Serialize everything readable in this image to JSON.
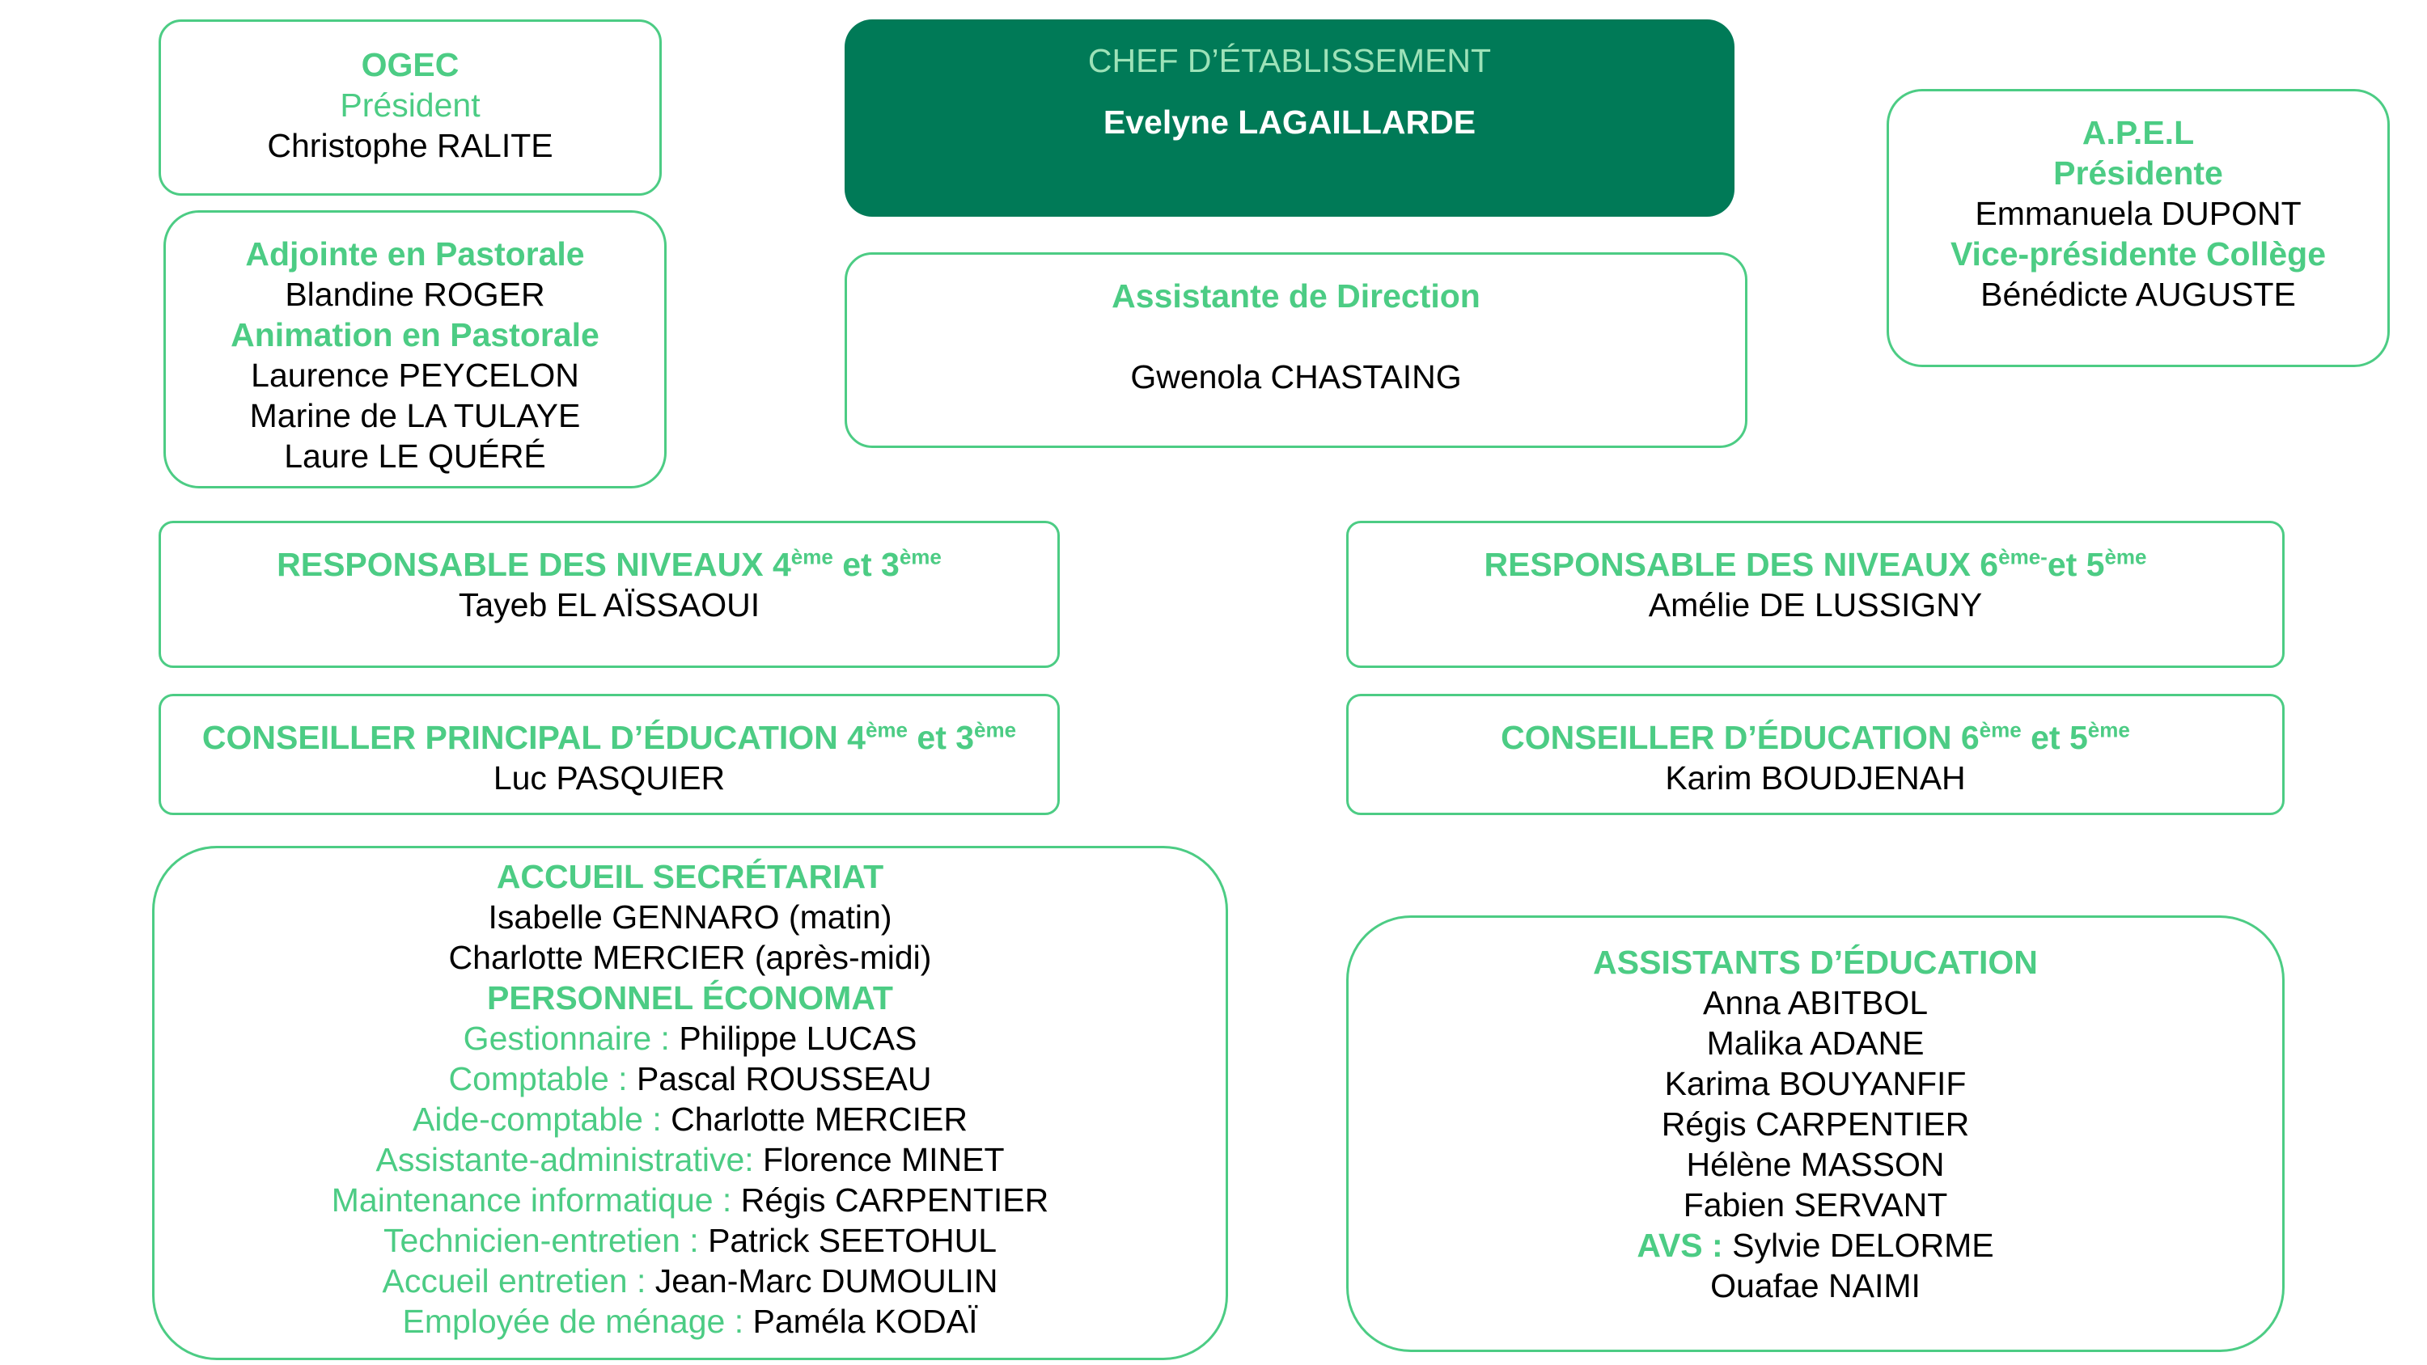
{
  "ogec": {
    "title": "OGEC",
    "role": "Président",
    "name": "Christophe RALITE"
  },
  "chef": {
    "title": "CHEF D’ÉTABLISSEMENT",
    "name": "Evelyne LAGAILLARDE"
  },
  "apel": {
    "title": "A.P.E.L",
    "role1": "Présidente",
    "name1": "Emmanuela DUPONT",
    "role2": "Vice-présidente Collège",
    "name2": "Bénédicte AUGUSTE"
  },
  "pastorale": {
    "role1": "Adjointe en Pastorale",
    "name1": "Blandine ROGER",
    "role2": "Animation en Pastorale",
    "names2": [
      "Laurence PEYCELON",
      "Marine de LA TULAYE",
      "Laure LE QUÉRÉ"
    ]
  },
  "assistante": {
    "title": "Assistante de Direction",
    "name": "Gwenola CHASTAING"
  },
  "resp43": {
    "t1": "RESPONSABLE DES NIVEAUX 4",
    "s1": "ème",
    "t2": " et 3",
    "s2": "ème",
    "name": "Tayeb EL AÏSSAOUI"
  },
  "resp65": {
    "t1": "RESPONSABLE DES NIVEAUX 6",
    "s1": "ème-",
    "t2": "et 5",
    "s2": "ème",
    "name": "Amélie DE LUSSIGNY"
  },
  "cpe43": {
    "t1": "CONSEILLER PRINCIPAL D’ÉDUCATION 4",
    "s1": "ème",
    "t2": " et 3",
    "s2": "ème",
    "name": "Luc PASQUIER"
  },
  "cpe65": {
    "t1": "CONSEILLER D’ÉDUCATION 6",
    "s1": "ème",
    "t2": " et 5",
    "s2": "ème",
    "name": "Karim BOUDJENAH"
  },
  "accueil": {
    "title1": "ACCUEIL SECRÉTARIAT",
    "names1": [
      "Isabelle GENNARO (matin)",
      "Charlotte MERCIER (après-midi)"
    ],
    "title2": "PERSONNEL ÉCONOMAT",
    "staff": [
      {
        "role": "Gestionnaire : ",
        "name": "Philippe LUCAS"
      },
      {
        "role": "Comptable : ",
        "name": "Pascal ROUSSEAU"
      },
      {
        "role": "Aide-comptable : ",
        "name": "Charlotte MERCIER"
      },
      {
        "role": "Assistante-administrative: ",
        "name": "Florence MINET"
      },
      {
        "role": "Maintenance informatique : ",
        "name": "Régis CARPENTIER"
      },
      {
        "role": "Technicien-entretien : ",
        "name": "Patrick SEETOHUL"
      },
      {
        "role": "Accueil entretien : ",
        "name": "Jean-Marc DUMOULIN"
      },
      {
        "role": "Employée de ménage : ",
        "name": "Paméla KODAÏ"
      }
    ]
  },
  "aed": {
    "title": "ASSISTANTS D’ÉDUCATION",
    "names": [
      "Anna ABITBOL",
      "Malika ADANE",
      "Karima BOUYANFIF",
      "Régis CARPENTIER",
      "Hélène MASSON",
      "Fabien SERVANT"
    ],
    "avs_label": "AVS : ",
    "avs_name": "Sylvie DELORME",
    "last": "Ouafae NAIMI"
  }
}
